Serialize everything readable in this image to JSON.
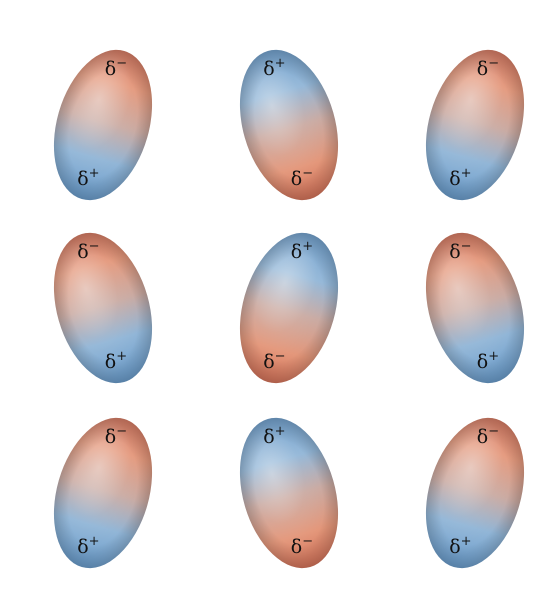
{
  "labels": {
    "positive": "δ+",
    "negative": "δ−"
  },
  "dipoles": [
    {
      "id": "r1c1",
      "top_charge": "negative",
      "bottom_charge": "positive",
      "tilt": "leaning-right",
      "label_top": {
        "base": "δ",
        "sign": "−"
      },
      "label_bottom": {
        "base": "δ",
        "sign": "+"
      }
    },
    {
      "id": "r1c2",
      "top_charge": "positive",
      "bottom_charge": "negative",
      "tilt": "leaning-left",
      "label_top": {
        "base": "δ",
        "sign": "+"
      },
      "label_bottom": {
        "base": "δ",
        "sign": "−"
      }
    },
    {
      "id": "r1c3",
      "top_charge": "negative",
      "bottom_charge": "positive",
      "tilt": "leaning-right",
      "label_top": {
        "base": "δ",
        "sign": "−"
      },
      "label_bottom": {
        "base": "δ",
        "sign": "+"
      }
    },
    {
      "id": "r2c1",
      "top_charge": "negative",
      "bottom_charge": "positive",
      "tilt": "leaning-left",
      "label_top": {
        "base": "δ",
        "sign": "−"
      },
      "label_bottom": {
        "base": "δ",
        "sign": "+"
      }
    },
    {
      "id": "r2c2",
      "top_charge": "positive",
      "bottom_charge": "negative",
      "tilt": "leaning-right",
      "label_top": {
        "base": "δ",
        "sign": "+"
      },
      "label_bottom": {
        "base": "δ",
        "sign": "−"
      }
    },
    {
      "id": "r2c3",
      "top_charge": "negative",
      "bottom_charge": "positive",
      "tilt": "leaning-left",
      "label_top": {
        "base": "δ",
        "sign": "−"
      },
      "label_bottom": {
        "base": "δ",
        "sign": "+"
      }
    },
    {
      "id": "r3c1",
      "top_charge": "negative",
      "bottom_charge": "positive",
      "tilt": "leaning-right",
      "label_top": {
        "base": "δ",
        "sign": "−"
      },
      "label_bottom": {
        "base": "δ",
        "sign": "+"
      }
    },
    {
      "id": "r3c2",
      "top_charge": "positive",
      "bottom_charge": "negative",
      "tilt": "leaning-left",
      "label_top": {
        "base": "δ",
        "sign": "+"
      },
      "label_bottom": {
        "base": "δ",
        "sign": "−"
      }
    },
    {
      "id": "r3c3",
      "top_charge": "negative",
      "bottom_charge": "positive",
      "tilt": "leaning-right",
      "label_top": {
        "base": "δ",
        "sign": "−"
      },
      "label_bottom": {
        "base": "δ",
        "sign": "+"
      }
    }
  ],
  "colors": {
    "positive": "#6e9fcb",
    "positive_light": "#a9c9e6",
    "negative": "#d87858",
    "negative_light": "#f0a98c",
    "label": "#111111",
    "background": "#ffffff"
  }
}
